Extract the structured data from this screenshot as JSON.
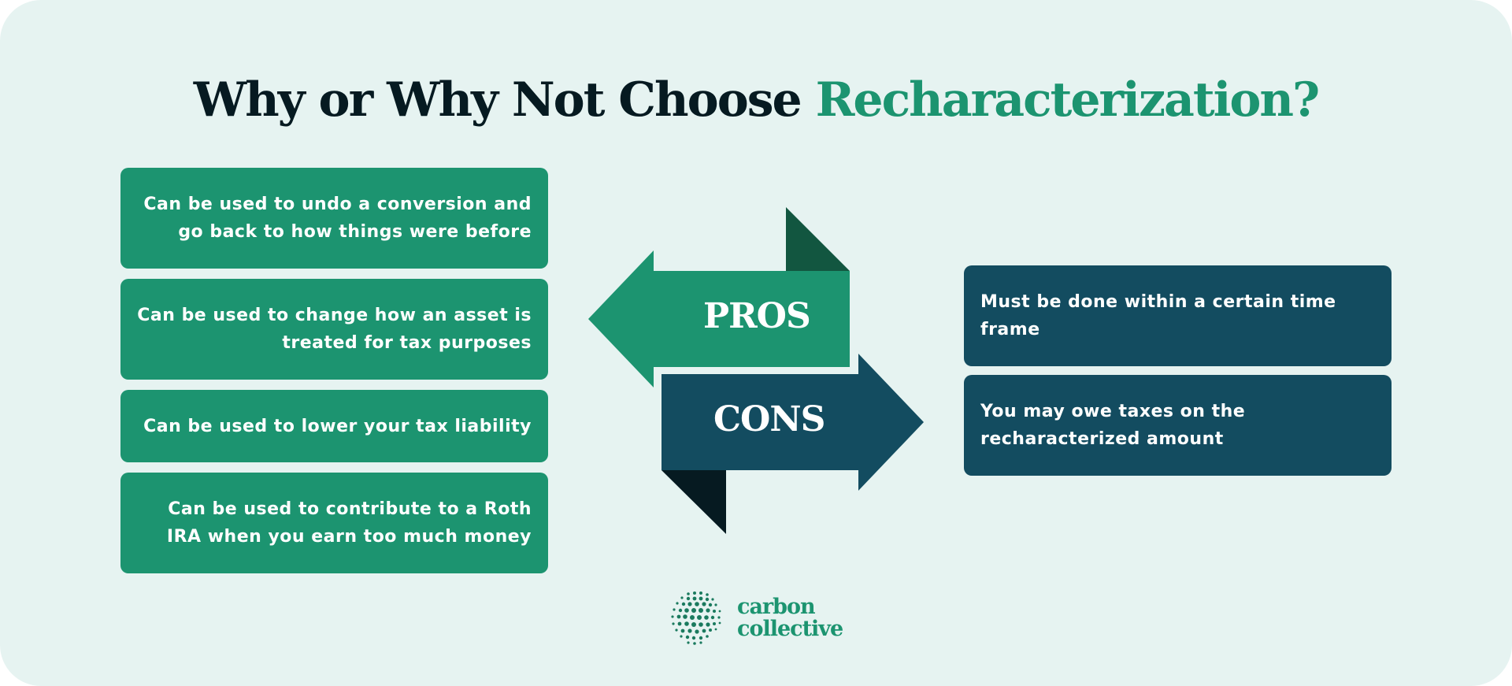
{
  "title": {
    "part1": "Why or Why Not Choose ",
    "part2": "Recharacterization?"
  },
  "pros": {
    "label": "PROS",
    "items": [
      "Can be used to undo a conversion and go back to how things were before",
      "Can be used to change how an asset is treated for tax purposes",
      "Can be used to lower your tax liability",
      "Can be used to contribute to a Roth IRA when you earn too much money"
    ]
  },
  "cons": {
    "label": "CONS",
    "items": [
      "Must be done within a certain time frame",
      "You may owe taxes on the recharacterized amount"
    ]
  },
  "logo": {
    "line1": "carbon",
    "line2": "collective"
  },
  "colors": {
    "background": "#e6f3f1",
    "pros_green": "#1c9470",
    "pros_fold": "#125640",
    "cons_blue": "#134c60",
    "cons_fold": "#061a21",
    "title_dark": "#061a21"
  }
}
